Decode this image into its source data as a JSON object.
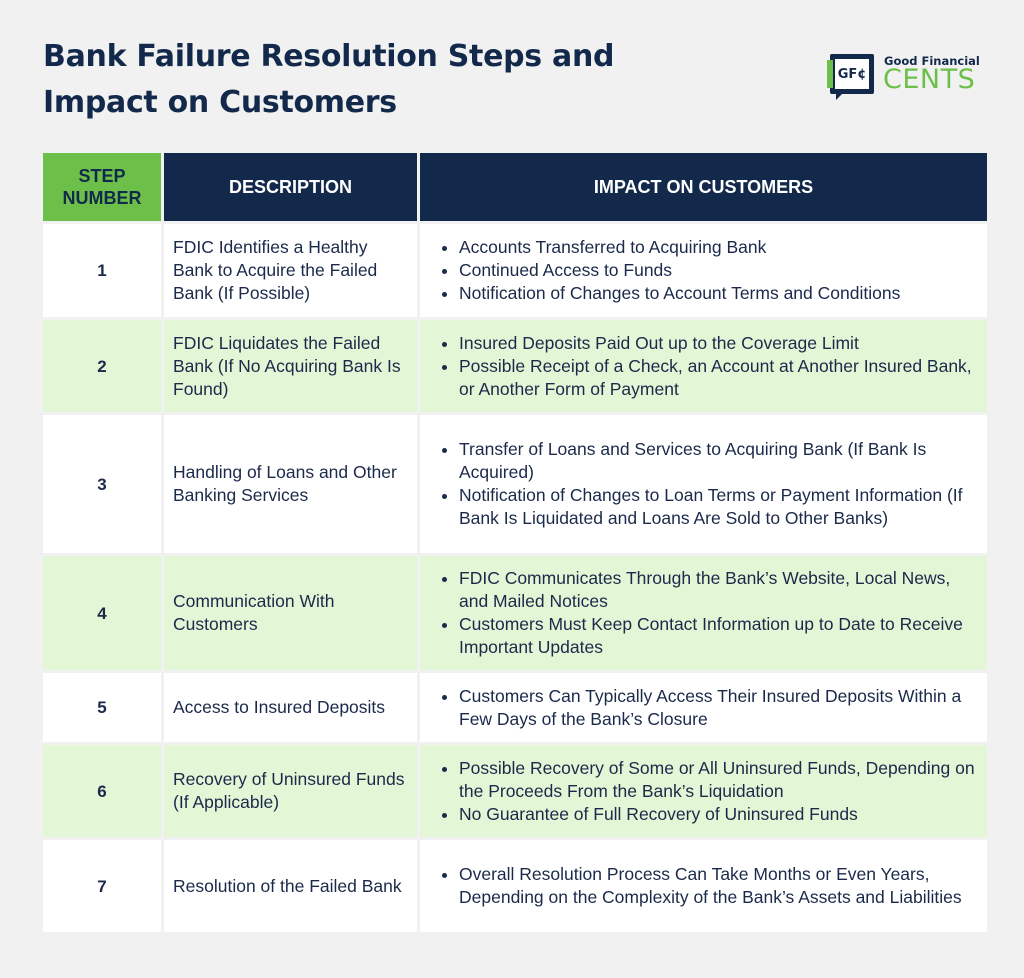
{
  "title": "Bank Failure Resolution Steps and Impact on Customers",
  "logo": {
    "mark": "GF¢",
    "small": "Good Financial",
    "big": "CENTS"
  },
  "colors": {
    "navy": "#13294b",
    "green": "#6cc04a",
    "light_green": "#e3f6d6"
  },
  "table": {
    "headers": [
      "STEP NUMBER",
      "DESCRIPTION",
      "IMPACT ON CUSTOMERS"
    ],
    "rows": [
      {
        "step": "1",
        "description": "FDIC Identifies a Healthy Bank to Acquire the Failed Bank (If Possible)",
        "impacts": [
          "Accounts Transferred to Acquiring Bank",
          "Continued Access to Funds",
          "Notification of Changes to Account Terms and Conditions"
        ]
      },
      {
        "step": "2",
        "description": "FDIC Liquidates the Failed Bank (If No Acquiring Bank Is Found)",
        "impacts": [
          "Insured Deposits Paid Out up to the Coverage Limit",
          "Possible Receipt of a Check, an Account at Another Insured Bank, or Another Form of Payment"
        ]
      },
      {
        "step": "3",
        "description": "Handling of Loans and Other Banking Services",
        "impacts": [
          "Transfer of Loans and Services to Acquiring Bank (If Bank Is Acquired)",
          "Notification of Changes to Loan Terms or Payment Information (If Bank Is Liquidated and Loans Are Sold to Other Banks)"
        ]
      },
      {
        "step": "4",
        "description": "Communication With Customers",
        "impacts": [
          "FDIC Communicates Through the Bank’s Website, Local News, and Mailed Notices",
          "Customers Must Keep Contact Information up to Date to Receive Important Updates"
        ]
      },
      {
        "step": "5",
        "description": "Access to Insured Deposits",
        "impacts": [
          "Customers Can Typically Access Their Insured Deposits Within a Few Days of the Bank’s Closure"
        ]
      },
      {
        "step": "6",
        "description": "Recovery of Uninsured Funds (If Applicable)",
        "impacts": [
          "Possible Recovery of Some or All Uninsured Funds, Depending on the Proceeds From the Bank’s Liquidation",
          "No Guarantee of Full Recovery of Uninsured Funds"
        ]
      },
      {
        "step": "7",
        "description": "Resolution of the Failed Bank",
        "impacts": [
          "Overall Resolution Process Can Take Months or Even Years, Depending on the Complexity of the Bank’s Assets and Liabilities"
        ]
      }
    ]
  }
}
